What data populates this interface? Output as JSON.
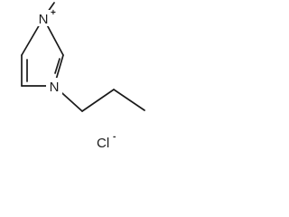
{
  "molecule": {
    "atoms": {
      "n1": {
        "symbol": "N",
        "charge": "+"
      },
      "n3": {
        "symbol": "N"
      },
      "chloride": {
        "symbol": "Cl",
        "charge": "-"
      }
    }
  }
}
